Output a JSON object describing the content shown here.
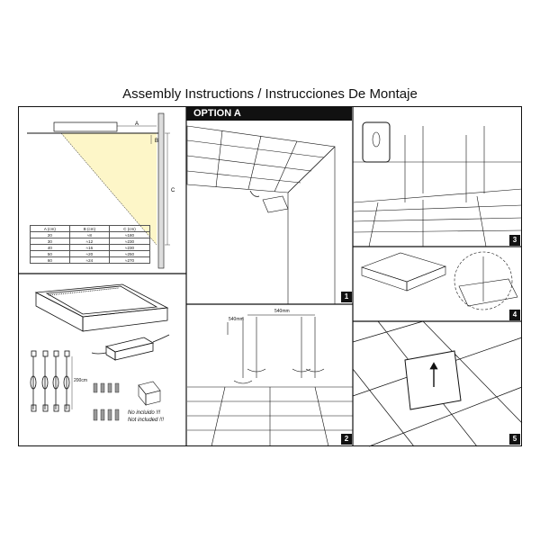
{
  "title": "Assembly Instructions / Instrucciones De Montaje",
  "option_label": "OPTION A",
  "table": {
    "headers": [
      "A (cm)",
      "B (cm)",
      "C (cm)"
    ],
    "rows": [
      [
        "20",
        "≈8",
        "≈180"
      ],
      [
        "30",
        "≈12",
        "≈230"
      ],
      [
        "40",
        "≈16",
        "≈230"
      ],
      [
        "50",
        "≈20",
        "≈250"
      ],
      [
        "60",
        "≈24",
        "≈270"
      ]
    ]
  },
  "dim_labels": {
    "a": "A",
    "b": "B",
    "c": "C"
  },
  "cable_length": "200cm",
  "hole_spacing": "540mm",
  "not_included": [
    "No incluido !!!",
    "Not included !!!"
  ],
  "steps": [
    "1",
    "2",
    "3",
    "4",
    "5"
  ],
  "colors": {
    "ink": "#111111",
    "light_beam": "#fdf6c8",
    "background": "#ffffff"
  }
}
